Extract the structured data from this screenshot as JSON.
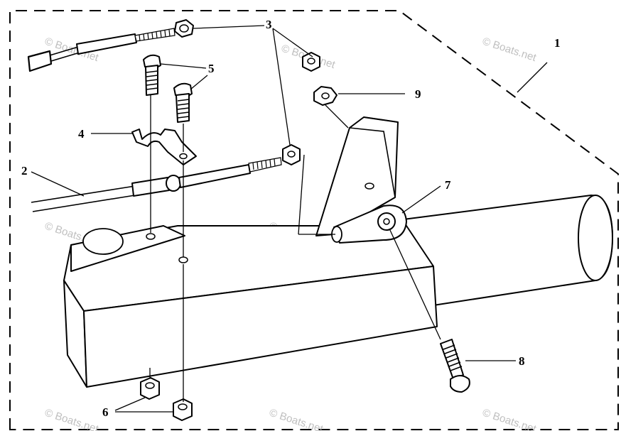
{
  "diagram": {
    "callouts": [
      "1",
      "2",
      "3",
      "4",
      "5",
      "6",
      "7",
      "8",
      "9"
    ],
    "watermark": "© Boats.net"
  },
  "colors": {
    "line": "#000000",
    "background": "#ffffff",
    "watermark": "#b8b8b8"
  }
}
